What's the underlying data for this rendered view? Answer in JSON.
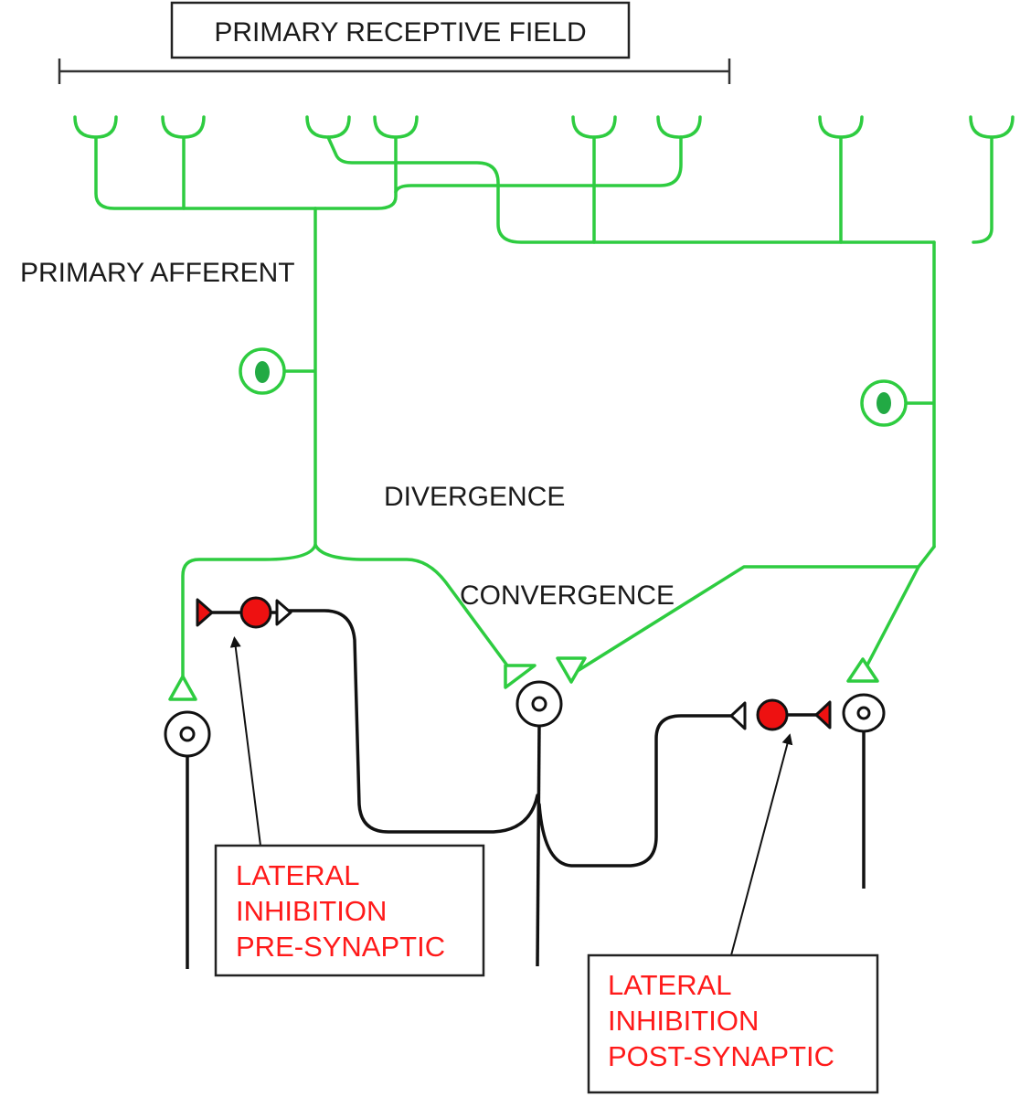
{
  "labels": {
    "receptive_field": "PRIMARY RECEPTIVE FIELD",
    "primary_afferent": "PRIMARY AFFERENT",
    "divergence": "DIVERGENCE",
    "convergence": "CONVERGENCE"
  },
  "pre_synaptic_box": {
    "line1": "LATERAL",
    "line2": "INHIBITION",
    "line3": "PRE-SYNAPTIC"
  },
  "post_synaptic_box": {
    "line1": "LATERAL",
    "line2": "INHIBITION",
    "line3": "POST-SYNAPTIC"
  },
  "colors": {
    "afferent": "#2ecc40",
    "inhibitory": "#ee1111",
    "projection": "#111111",
    "label_red": "#ff1a1a"
  }
}
